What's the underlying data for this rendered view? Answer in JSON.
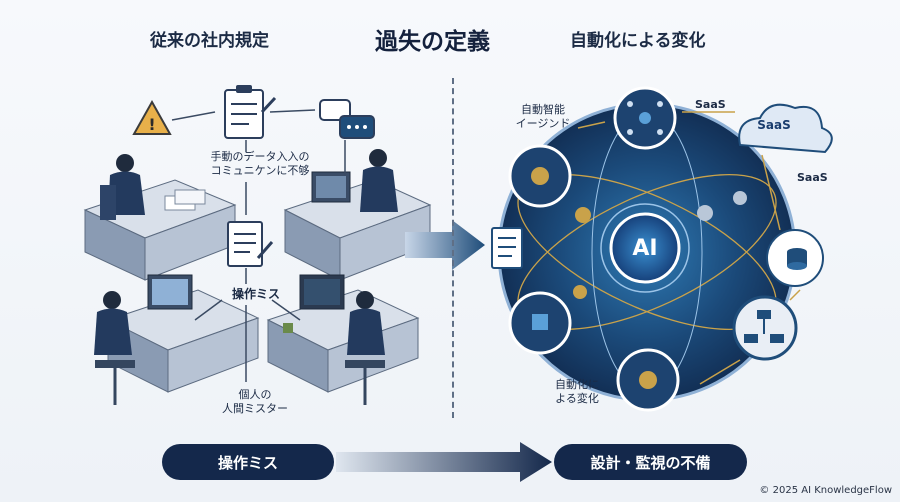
{
  "headers": {
    "left": "従来の社内規定",
    "center": "過失の定義",
    "right": "自動化による変化"
  },
  "left_labels": {
    "manual_line1": "手動のデータ入入の",
    "manual_line2": "コミュニケンに不够",
    "operation": "操作ミス",
    "individual_line1": "個人の",
    "individual_line2": "人間ミスター"
  },
  "right_labels": {
    "smart_line1": "自動智能",
    "smart_line2": "イージンド",
    "saas_top": "SaaS",
    "saas_cloud": "SaaS",
    "saas_right": "SaaS",
    "ai": "AI",
    "auto_line1": "自動化に",
    "auto_line2": "よる変化"
  },
  "bottom": {
    "left_pill": "操作ミス",
    "right_pill": "設計・監視の不備"
  },
  "copyright": "© 2025 AI KnowledgeFlow",
  "colors": {
    "navy": "#14284b",
    "accent_gold": "#c9a24a",
    "node_blue": "#1f4d7a",
    "circle_dark": "#15325a"
  }
}
